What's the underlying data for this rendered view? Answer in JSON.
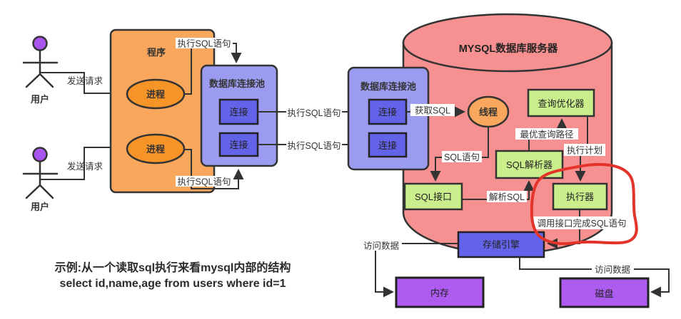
{
  "actors": {
    "user_label": "用户",
    "send_request": "发送请求"
  },
  "program": {
    "title": "程序",
    "process": "进程"
  },
  "connection_pool": {
    "title": "数据库连接池",
    "connection": "连接"
  },
  "edges": {
    "execute_sql": "执行SQL语句",
    "get_sql": "获取SQL",
    "sql_statement": "SQL语句",
    "parse_sql": "解析SQL",
    "optimal_query_path": "最优查询路径",
    "execution_plan": "执行计划",
    "call_interface": "调用接口完成SQL语句",
    "access_data": "访问数据"
  },
  "mysql_server": {
    "title": "MYSQL数据库服务器",
    "thread": "线程",
    "query_optimizer": "查询优化器",
    "sql_parser": "SQL解析器",
    "sql_interface": "SQL接口",
    "executor": "执行器",
    "storage_engine": "存储引擎",
    "memory": "内存",
    "disk": "磁盘"
  },
  "note": {
    "line1": "示例:从一个读取sql执行来看mysql内部的结构",
    "line2": "select id,name,age from users where id=1"
  },
  "colors": {
    "program_fill": "#F9A75D",
    "process_fill": "#F79428",
    "pool_fill": "#9B9BEF",
    "connection_fill": "#6363EA",
    "cylinder_fill": "#F79090",
    "component_green": "#CBEE8C",
    "storage_fill": "#6363EA",
    "memory_disk_fill": "#AE5BF0",
    "user_head_fill": "#A855F0",
    "red_annotation": "#E3342B",
    "line_color": "#333333"
  }
}
